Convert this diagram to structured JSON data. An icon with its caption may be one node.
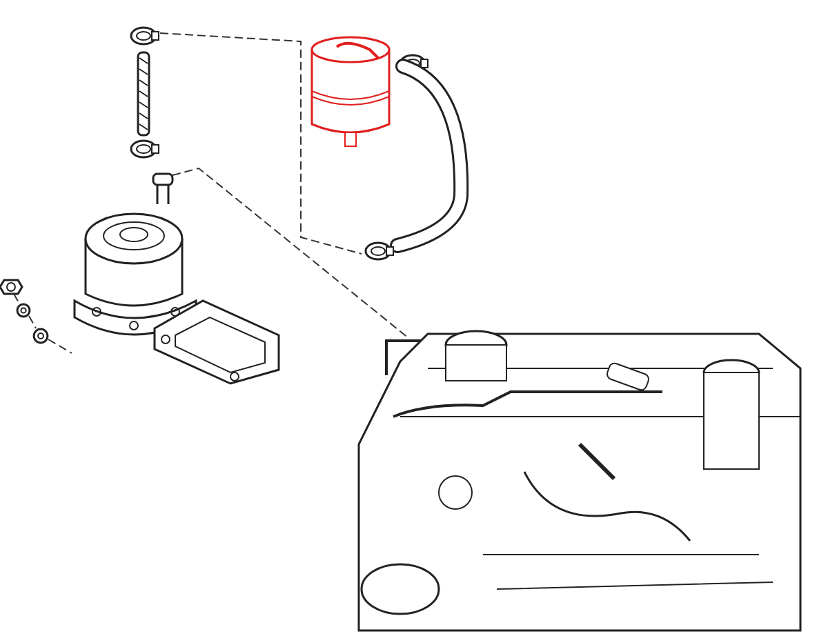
{
  "diagram": {
    "nodes": [
      {
        "text": [],
        "shape": "picture"
      },
      {
        "text": [],
        "shape": "picture"
      },
      {
        "text": [],
        "shape": "picture"
      },
      {
        "text": [],
        "shape": "picture"
      },
      {
        "text": [],
        "shape": "picture"
      },
      {
        "text": [],
        "shape": "picture"
      },
      {
        "text": [],
        "shape": "picture"
      },
      {
        "text": [],
        "shape": "picture"
      },
      {
        "text": [],
        "shape": "picture"
      },
      {
        "text": [],
        "shape": "picture"
      },
      {
        "text": [],
        "shape": "picture"
      },
      {
        "text": [],
        "shape": "picture"
      }
    ],
    "edges": [
      {
        "from": 0,
        "to": 7,
        "arrow": "none",
        "style": "dashed"
      },
      {
        "from": 3,
        "to": 8,
        "arrow": "none",
        "style": "dashed"
      },
      {
        "from": 9,
        "to": 10,
        "arrow": "none",
        "style": "dashed"
      },
      {
        "from": 10,
        "to": 11,
        "arrow": "none",
        "style": "dashed"
      },
      {
        "from": 11,
        "to": 3,
        "arrow": "none",
        "style": "dashed"
      }
    ]
  }
}
